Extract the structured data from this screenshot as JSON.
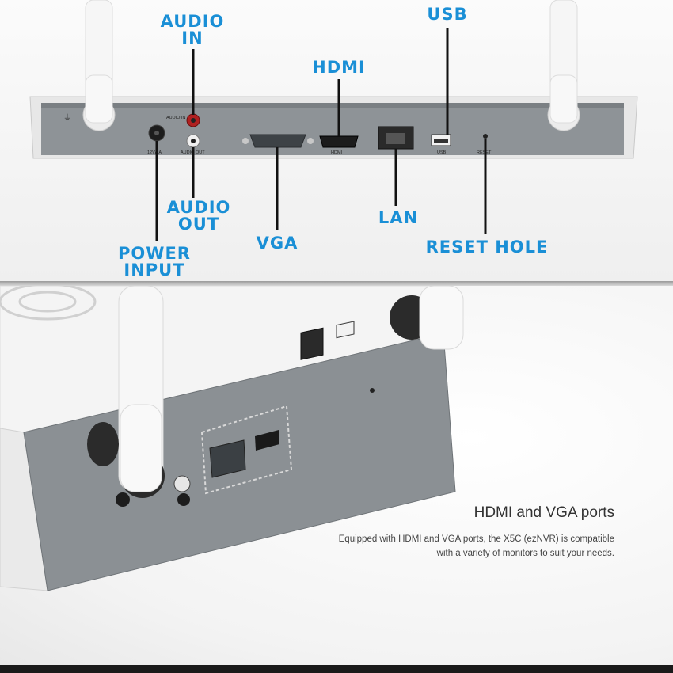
{
  "top_labels": {
    "audio_in": "AUDIO\nIN",
    "usb": "USB",
    "hdmi": "HDMI",
    "audio_out": "AUDIO\nOUT",
    "vga": "VGA",
    "lan": "LAN",
    "reset": "RESET HOLE",
    "power": "POWER\nINPUT"
  },
  "device_silkscreen": {
    "audio_in": "AUDIO IN",
    "audio_out": "AUDIO OUT",
    "power": "12V/2A",
    "hdmi": "HDMI",
    "usb": "USB",
    "reset": "RESET"
  },
  "feature": {
    "title": "HDMI and VGA ports",
    "description_line1": "Equipped with HDMI and VGA ports, the X5C (ezNVR) is compatible",
    "description_line2": "with a variety of monitors to suit your needs."
  },
  "colors": {
    "accent": "#1a8fd6",
    "device_panel": "#8f9498",
    "device_shell": "#e9e9e9"
  }
}
